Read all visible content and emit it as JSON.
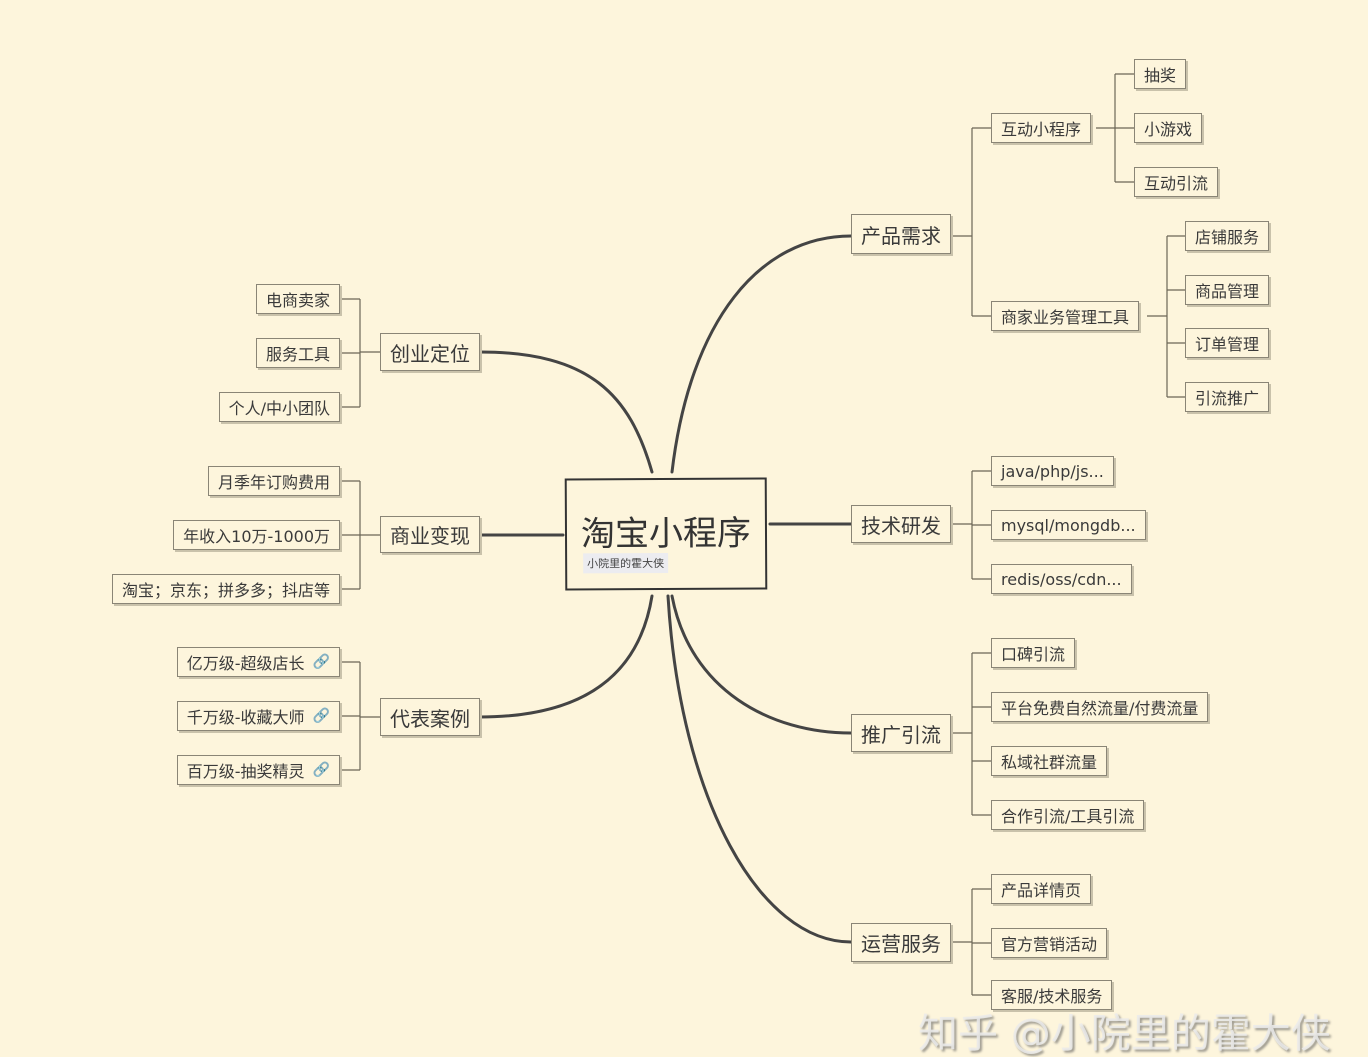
{
  "center": {
    "title": "淘宝小程序",
    "label": "小院里的霍大侠"
  },
  "right": {
    "product": {
      "title": "产品需求",
      "interactive": {
        "title": "互动小程序",
        "items": [
          "抽奖",
          "小游戏",
          "互动引流"
        ]
      },
      "merchant": {
        "title": "商家业务管理工具",
        "items": [
          "店铺服务",
          "商品管理",
          "订单管理",
          "引流推广"
        ]
      }
    },
    "tech": {
      "title": "技术研发",
      "items": [
        "java/php/js...",
        "mysql/mongdb...",
        "redis/oss/cdn..."
      ]
    },
    "promo": {
      "title": "推广引流",
      "items": [
        "口碑引流",
        "平台免费自然流量/付费流量",
        "私域社群流量",
        "合作引流/工具引流"
      ]
    },
    "ops": {
      "title": "运营服务",
      "items": [
        "产品详情页",
        "官方营销活动",
        "客服/技术服务"
      ]
    }
  },
  "left": {
    "startup": {
      "title": "创业定位",
      "items": [
        "电商卖家",
        "服务工具",
        "个人/中小团队"
      ]
    },
    "monetize": {
      "title": "商业变现",
      "items": [
        "月季年订购费用",
        "年收入10万-1000万",
        "淘宝；京东；拼多多；抖店等"
      ]
    },
    "cases": {
      "title": "代表案例",
      "items": [
        "亿万级-超级店长",
        "千万级-收藏大师",
        "百万级-抽奖精灵"
      ],
      "link_icon": "link-icon"
    }
  },
  "watermark": "知乎 @小院里的霍大侠"
}
